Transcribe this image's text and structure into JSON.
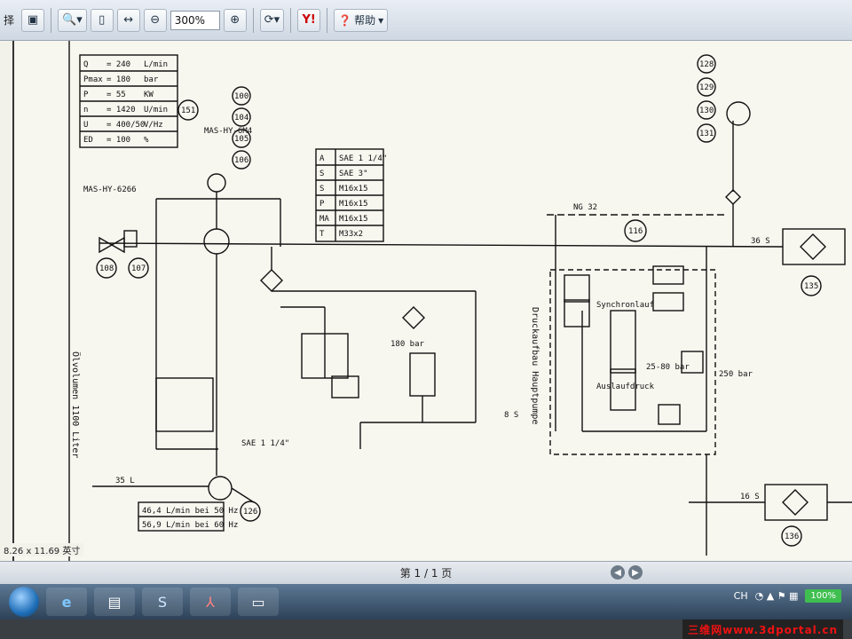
{
  "toolbar": {
    "left_label": "择",
    "zoom_value": "300%",
    "help_label": "帮助"
  },
  "icons": [
    "window-icon",
    "zoom-icon",
    "page-icon",
    "fit-width-icon",
    "zoom-out-icon",
    "zoom-in-icon",
    "rotate-icon",
    "yahoo-icon",
    "help-icon"
  ],
  "schematic": {
    "param_table": [
      {
        "label": "Q",
        "value": "= 240",
        "unit": "L/min"
      },
      {
        "label": "Pmax",
        "value": "= 180",
        "unit": "bar"
      },
      {
        "label": "P",
        "value": "= 55",
        "unit": "KW"
      },
      {
        "label": "n",
        "value": "= 1420",
        "unit": "U/min"
      },
      {
        "label": "U",
        "value": "= 400/50",
        "unit": "V/Hz"
      },
      {
        "label": "ED",
        "value": "= 100",
        "unit": "%"
      }
    ],
    "port_table": [
      {
        "port": "A",
        "spec": "SAE 1 1/4\""
      },
      {
        "port": "S",
        "spec": "SAE 3\""
      },
      {
        "port": "S",
        "spec": "M16x15"
      },
      {
        "port": "P",
        "spec": "M16x15"
      },
      {
        "port": "MA",
        "spec": "M16x15"
      },
      {
        "port": "T",
        "spec": "M33x2"
      }
    ],
    "circle_refs_top": [
      "128",
      "129",
      "130",
      "131"
    ],
    "circle_refs_motor": [
      "100",
      "104",
      "105",
      "106"
    ],
    "ref_151": "151",
    "ref_108": "108",
    "ref_107": "107",
    "ref_116": "116",
    "ref_135": "135",
    "ref_136": "136",
    "ref_126": "126",
    "label_ng32": "NG 32",
    "label_druck": "Druckaufbau Hauptpumpe",
    "label_oil": "Ölvolumen 1100 Liter",
    "label_180bar": "180 bar",
    "label_250bar": "250 bar",
    "label_2580bar": "25-80 bar",
    "label_35l": "35 L",
    "label_16s": "16 S",
    "label_36s": "36 S",
    "label_8s": "8 S",
    "label_sae": "SAE 1 1/4\"",
    "flow_50": "46,4 L/min bei 50 Hz",
    "flow_60": "56,9 L/min bei 60 Hz",
    "label_synchron": "Synchronlauf",
    "label_auslauf": "Auslaufdruck",
    "label_mas": "MAS-HY-6M4",
    "label_mas2": "MAS-HY-6266"
  },
  "page_size_label": "8.26 x 11.69 英寸",
  "pagebar": {
    "page_label": "第 1 / 1 页"
  },
  "tray": {
    "lang": "CH",
    "battery": "100%"
  },
  "watermark": "三维网www.3dportal.cn"
}
